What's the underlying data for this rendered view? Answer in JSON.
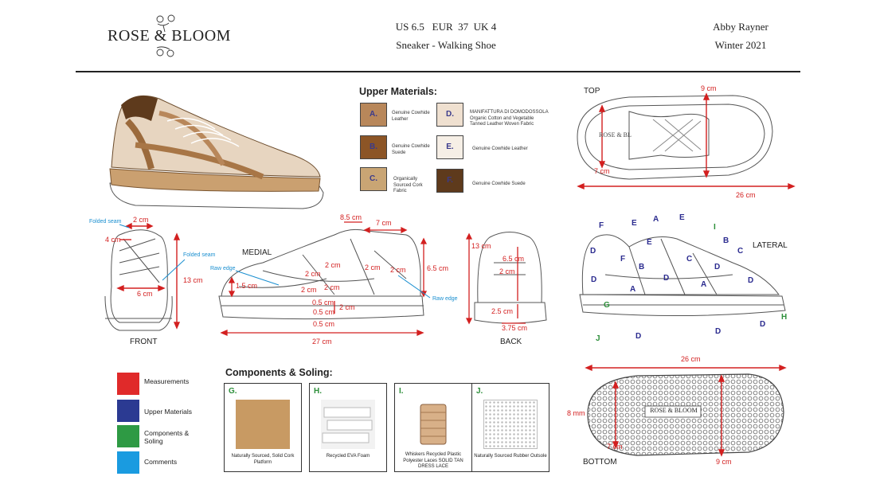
{
  "header": {
    "brand": "ROSE & BLOOM",
    "sizes": "US 6.5   EUR  37  UK 4",
    "shoe_type": "Sneaker - Walking Shoe",
    "designer": "Abby Rayner",
    "season": "Winter 2021"
  },
  "upper_materials": {
    "title": "Upper Materials:",
    "items": [
      {
        "letter": "A.",
        "label": "Genuine Cowhide Leather",
        "color": "#b8875a"
      },
      {
        "letter": "B.",
        "label": "Genuine Cowhide Suede",
        "color": "#8c5526"
      },
      {
        "letter": "C.",
        "label": "Organically Sourced Cork Fabric",
        "color": "#c9a574"
      },
      {
        "letter": "D.",
        "label": "MANIFATTURA DI DOMODOSSOLA Organic Cotton and Vegetable Tanned Leather Woven Fabric",
        "color": "#efe0d0"
      },
      {
        "letter": "E.",
        "label": "Genuine Cowhide Leather",
        "color": "#f6efe6"
      },
      {
        "letter": "F.",
        "label": "Genuine Cowhide Suede",
        "color": "#5e3a1c"
      }
    ]
  },
  "views": {
    "top": "TOP",
    "front": "FRONT",
    "medial": "MEDIAL",
    "back": "BACK",
    "lateral": "LATERAL",
    "bottom": "BOTTOM"
  },
  "measurements": {
    "top_width": "9 cm",
    "top_heel": "7 cm",
    "top_length": "26 cm",
    "front_toe": "2 cm",
    "front_side": "4 cm",
    "front_height": "13 cm",
    "front_width": "6 cm",
    "med_collar": "8.5 cm",
    "med_topline": "7 cm",
    "med_height": "6.5 cm",
    "med_a": "2 cm",
    "med_b": "2 cm",
    "med_c": "2 cm",
    "med_d": "2 cm",
    "med_e": "2 cm",
    "med_f": "2 cm",
    "med_toe": "1.5 cm",
    "med_sole1": "0.5 cm",
    "med_sole2": "2 cm",
    "med_sole3": "0.5 cm",
    "med_sole4": "0.5 cm",
    "med_length": "27 cm",
    "back_height": "13 cm",
    "back_upper": "6.5 cm",
    "back_mid": "2 cm",
    "back_sole": "2.5 cm",
    "back_width": "3.75 cm",
    "bottom_length": "26 cm",
    "bottom_heel_h": "8 mm",
    "bottom_heel_w": "7 cm",
    "bottom_width": "9 cm"
  },
  "comments": {
    "folded_seam_1": "Folded seam",
    "folded_seam_2": "Folded seam",
    "raw_edge_1": "Raw edge",
    "raw_edge_2": "Raw edge"
  },
  "lateral_labels": {
    "f1": "F",
    "f2": "F",
    "e1": "E",
    "e2": "E",
    "e3": "E",
    "a1": "A",
    "a2": "A",
    "a3": "A",
    "b1": "B",
    "b2": "B",
    "c1": "C",
    "c2": "C",
    "d1": "D",
    "d2": "D",
    "d3": "D",
    "d4": "D",
    "d5": "D",
    "d6": "D",
    "d7": "D",
    "d8": "D",
    "i": "I",
    "g": "G",
    "h": "H",
    "j": "J"
  },
  "legend": {
    "items": [
      {
        "label": "Measurements",
        "color": "#e02a2a"
      },
      {
        "label": "Upper Materials",
        "color": "#2b3a92"
      },
      {
        "label": "Components & Soling",
        "color": "#2e9a44"
      },
      {
        "label": "Comments",
        "color": "#1a9be0"
      }
    ]
  },
  "components": {
    "title": "Components & Soling:",
    "items": [
      {
        "letter": "G.",
        "label": "Naturally Sourced, Solid Cork Platform"
      },
      {
        "letter": "H.",
        "label": "Recycled EVA Foam"
      },
      {
        "letter": "I.",
        "label": "Whiskers Recycled Plastic Polyester Laces SOLID TAN DRESS LACE"
      },
      {
        "letter": "J.",
        "label": "Naturally Sourced Rubber Outsole"
      }
    ]
  },
  "bottom_logo": "ROSE & BLOOM",
  "top_logo": "ROSE & BL"
}
